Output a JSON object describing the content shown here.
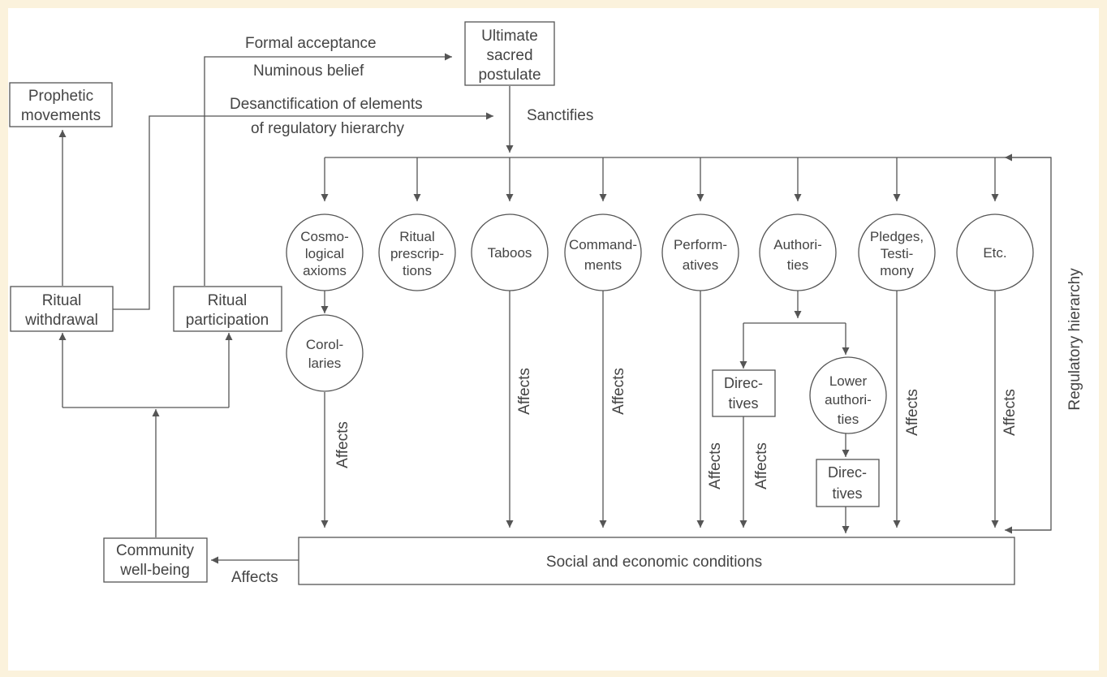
{
  "nodes": {
    "ultimate": [
      "Ultimate",
      "sacred",
      "postulate"
    ],
    "prophetic": [
      "Prophetic",
      "movements"
    ],
    "withdrawal": [
      "Ritual",
      "withdrawal"
    ],
    "participation": [
      "Ritual",
      "participation"
    ],
    "community": [
      "Community",
      "well-being"
    ],
    "social": "Social and economic conditions",
    "cosmo": [
      "Cosmo-",
      "logical",
      "axioms"
    ],
    "ritual_presc": [
      "Ritual",
      "prescrip-",
      "tions"
    ],
    "taboos": "Taboos",
    "commandments": [
      "Command-",
      "ments"
    ],
    "performatives": [
      "Perform-",
      "atives"
    ],
    "authorities": [
      "Authori-",
      "ties"
    ],
    "pledges": [
      "Pledges,",
      "Testi-",
      "mony"
    ],
    "etc": "Etc.",
    "corollaries": [
      "Corol-",
      "laries"
    ],
    "directives1": [
      "Direc-",
      "tives"
    ],
    "lower": [
      "Lower",
      "authori-",
      "ties"
    ],
    "directives2": [
      "Direc-",
      "tives"
    ]
  },
  "edge_labels": {
    "formal": "Formal acceptance",
    "numinous": "Numinous belief",
    "desanct": [
      "Desanctification of elements",
      "of regulatory hierarchy"
    ],
    "sanctifies": "Sanctifies",
    "affects": "Affects",
    "regulatory": "Regulatory hierarchy"
  }
}
